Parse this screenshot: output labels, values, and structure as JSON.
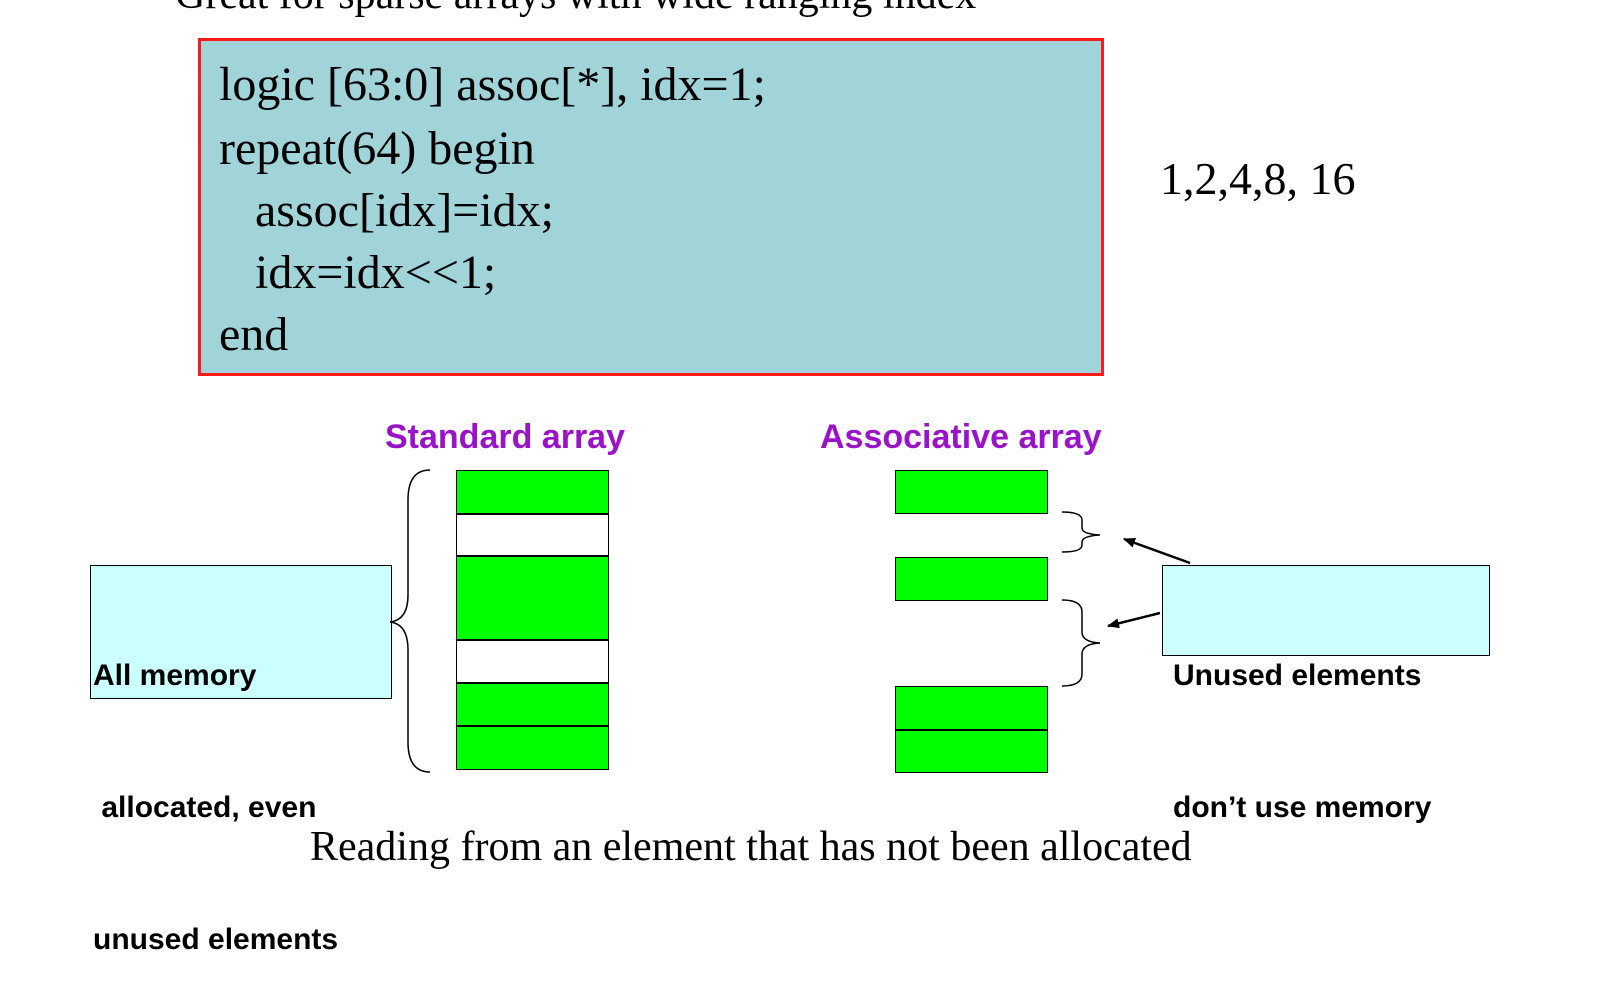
{
  "page": {
    "top_text": "Great for sparse arrays with wide ranging index",
    "bottom_text": "Reading from an element that has not been allocated"
  },
  "code": {
    "lines": [
      "logic [63:0] assoc[*], idx=1;",
      "repeat(64) begin",
      "   assoc[idx]=idx;",
      "   idx=idx<<1;",
      "end"
    ]
  },
  "sequence_text": "1,2,4,8, 16",
  "standard_array": {
    "title": "Standard array",
    "cells": [
      "used",
      "empty",
      "used",
      "empty",
      "used",
      "used"
    ],
    "callout_lines": [
      "All memory",
      " allocated, even",
      "unused elements"
    ]
  },
  "associative_array": {
    "title": "Associative array",
    "cells": [
      "used",
      "used",
      "used",
      "used"
    ],
    "callout_lines": [
      "Unused elements",
      "don’t use memory"
    ]
  },
  "colors": {
    "used_cell": "#00ff00",
    "code_bg": "#a0d4d8",
    "code_border": "#ff1a1a",
    "heading": "#9b13c9",
    "callout_bg": "#ccffff"
  }
}
